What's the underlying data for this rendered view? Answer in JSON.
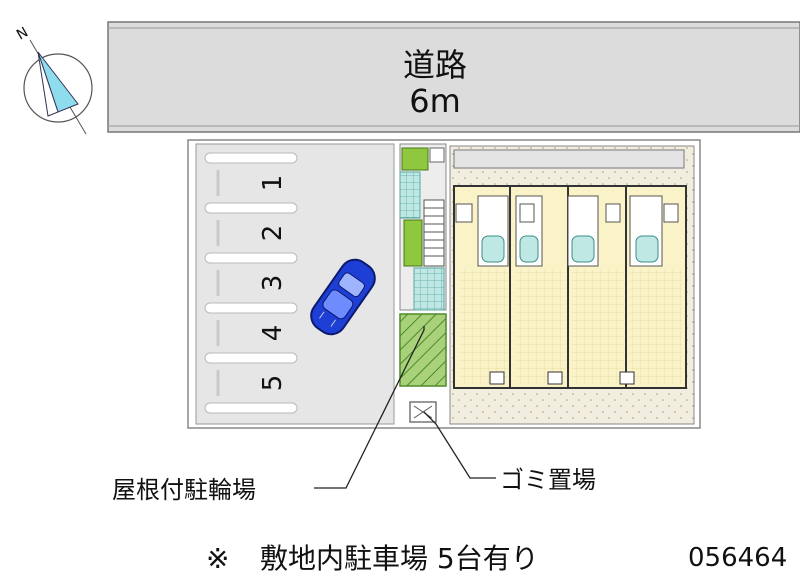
{
  "compass": {
    "north_label": "N"
  },
  "road": {
    "name": "道路",
    "width": "6m"
  },
  "parking": {
    "stalls": [
      "1",
      "2",
      "3",
      "4",
      "5"
    ]
  },
  "callouts": {
    "bike_parking": "屋根付駐輪場",
    "garbage": "ゴミ置場"
  },
  "footer": {
    "note_mark": "※",
    "note_text": "敷地内駐車場 5台有り",
    "property_code": "056464"
  },
  "colors": {
    "road": "#dcdcdc",
    "lot": "#e6e6e6",
    "car": "#1e3fd6",
    "unit_floor": "#fbf3c8",
    "planting": "#8fc73e",
    "yard": "#f0ecd8",
    "tile": "#9fd8d4"
  }
}
